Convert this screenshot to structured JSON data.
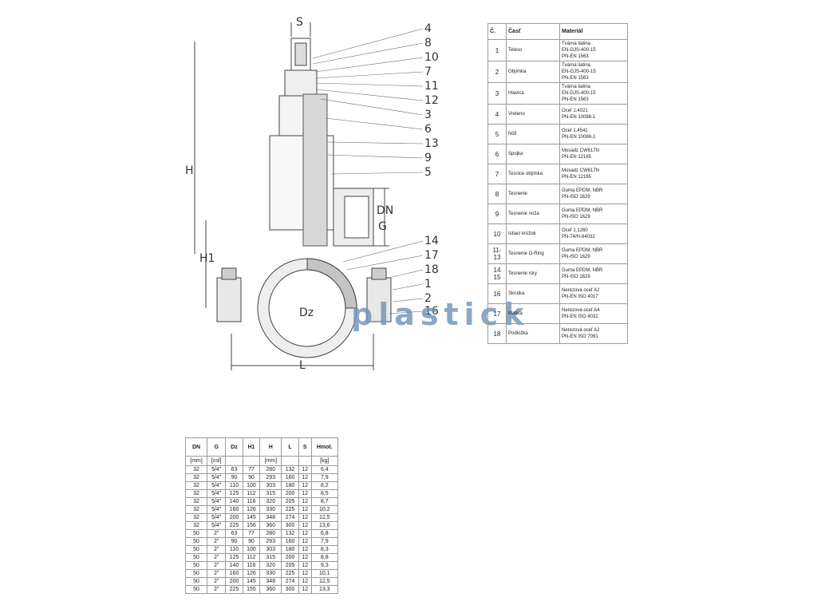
{
  "watermark": "plastick",
  "drawing": {
    "callouts": [
      "4",
      "8",
      "10",
      "7",
      "11",
      "12",
      "3",
      "6",
      "13",
      "9",
      "5",
      "14",
      "17",
      "18",
      "1",
      "2",
      "16"
    ],
    "dim_labels": {
      "s": "S",
      "h": "H",
      "h1": "H1",
      "l": "L",
      "dn": "DN",
      "g": "G",
      "dz": "Dz"
    }
  },
  "parts": {
    "headers": [
      "Č.",
      "Časť",
      "Materiál"
    ],
    "rows": [
      {
        "no": "1",
        "part": "Teleso",
        "material": [
          "Tvárna liatina",
          "EN-GJS-400-15",
          "PN-EN 1563"
        ]
      },
      {
        "no": "2",
        "part": "Objímka",
        "material": [
          "Tvárna liatina",
          "EN-GJS-400-15",
          "PN-EN 1563"
        ]
      },
      {
        "no": "3",
        "part": "Hlavica",
        "material": [
          "Tvárna liatina",
          "EN-GJS-400-15",
          "PN-EN 1563"
        ]
      },
      {
        "no": "4",
        "part": "Vreteno",
        "material": [
          "Oceľ 1.4021",
          "PN-EN 10088-1"
        ]
      },
      {
        "no": "5",
        "part": "Nôž",
        "material": [
          "Oceľ 1.4541",
          "PN-EN 10088-1"
        ]
      },
      {
        "no": "6",
        "part": "Spojka",
        "material": [
          "Mosadz CW617N",
          "PN-EN 12165"
        ]
      },
      {
        "no": "7",
        "part": "Tesnice objímka",
        "material": [
          "Mosadz CW617N",
          "PN-EN 12165"
        ]
      },
      {
        "no": "8",
        "part": "Tesnenie",
        "material": [
          "Guma EPDM, NBR",
          "PN-ISO 1629"
        ]
      },
      {
        "no": "9",
        "part": "Tesnenie noža",
        "material": [
          "Guma EPDM, NBR",
          "PN-ISO 1629"
        ]
      },
      {
        "no": "10",
        "part": "Istiaci krúžok",
        "material": [
          "Oceľ 1.1260",
          "PN-74/H-84032"
        ]
      },
      {
        "no": "11-13",
        "part": "Tesnenie O-Ring",
        "material": [
          "Guma EPDM, NBR",
          "PN-ISO 1629"
        ]
      },
      {
        "no": "14 15",
        "part": "Tesnenie rúry",
        "material": [
          "Guma EPDM, NBR",
          "PN-ISO 1629"
        ]
      },
      {
        "no": "16",
        "part": "Skrutka",
        "material": [
          "Nerezová oceľ A2",
          "PN-EN ISO 4017"
        ]
      },
      {
        "no": "17",
        "part": "Matica",
        "material": [
          "Nerezová oceľ A4",
          "PN-EN ISO 4032"
        ]
      },
      {
        "no": "18",
        "part": "Podložka",
        "material": [
          "Nerezová oceľ A2",
          "PN-EN ISO 7091"
        ]
      }
    ]
  },
  "dims": {
    "headers": [
      "DN",
      "G",
      "Dz",
      "H1",
      "H",
      "L",
      "S",
      "Hmot."
    ],
    "units": [
      "[mm]",
      "[col]",
      "",
      "",
      "[mm]",
      "",
      "",
      "[kg]"
    ],
    "rows": [
      [
        "32",
        "5/4\"",
        "63",
        "77",
        "280",
        "132",
        "12",
        "6,4"
      ],
      [
        "32",
        "5/4\"",
        "90",
        "90",
        "293",
        "160",
        "12",
        "7,9"
      ],
      [
        "32",
        "5/4\"",
        "110",
        "100",
        "303",
        "180",
        "12",
        "8,2"
      ],
      [
        "32",
        "5/4\"",
        "125",
        "112",
        "315",
        "200",
        "12",
        "8,5"
      ],
      [
        "32",
        "5/4\"",
        "140",
        "116",
        "320",
        "205",
        "12",
        "8,7"
      ],
      [
        "32",
        "5/4\"",
        "160",
        "126",
        "330",
        "225",
        "12",
        "10,2"
      ],
      [
        "32",
        "5/4\"",
        "200",
        "145",
        "348",
        "274",
        "12",
        "12,5"
      ],
      [
        "32",
        "5/4\"",
        "225",
        "156",
        "360",
        "300",
        "12",
        "13,6"
      ],
      [
        "50",
        "2\"",
        "63",
        "77",
        "280",
        "132",
        "12",
        "6,8"
      ],
      [
        "50",
        "2\"",
        "90",
        "90",
        "293",
        "160",
        "12",
        "7,9"
      ],
      [
        "50",
        "2\"",
        "110",
        "100",
        "303",
        "180",
        "12",
        "8,3"
      ],
      [
        "50",
        "2\"",
        "125",
        "112",
        "315",
        "200",
        "12",
        "8,8"
      ],
      [
        "50",
        "2\"",
        "140",
        "116",
        "320",
        "205",
        "12",
        "9,3"
      ],
      [
        "50",
        "2\"",
        "160",
        "126",
        "330",
        "225",
        "12",
        "10,1"
      ],
      [
        "50",
        "2\"",
        "200",
        "145",
        "348",
        "274",
        "12",
        "12,5"
      ],
      [
        "50",
        "2\"",
        "225",
        "155",
        "360",
        "300",
        "12",
        "13,3"
      ]
    ]
  }
}
